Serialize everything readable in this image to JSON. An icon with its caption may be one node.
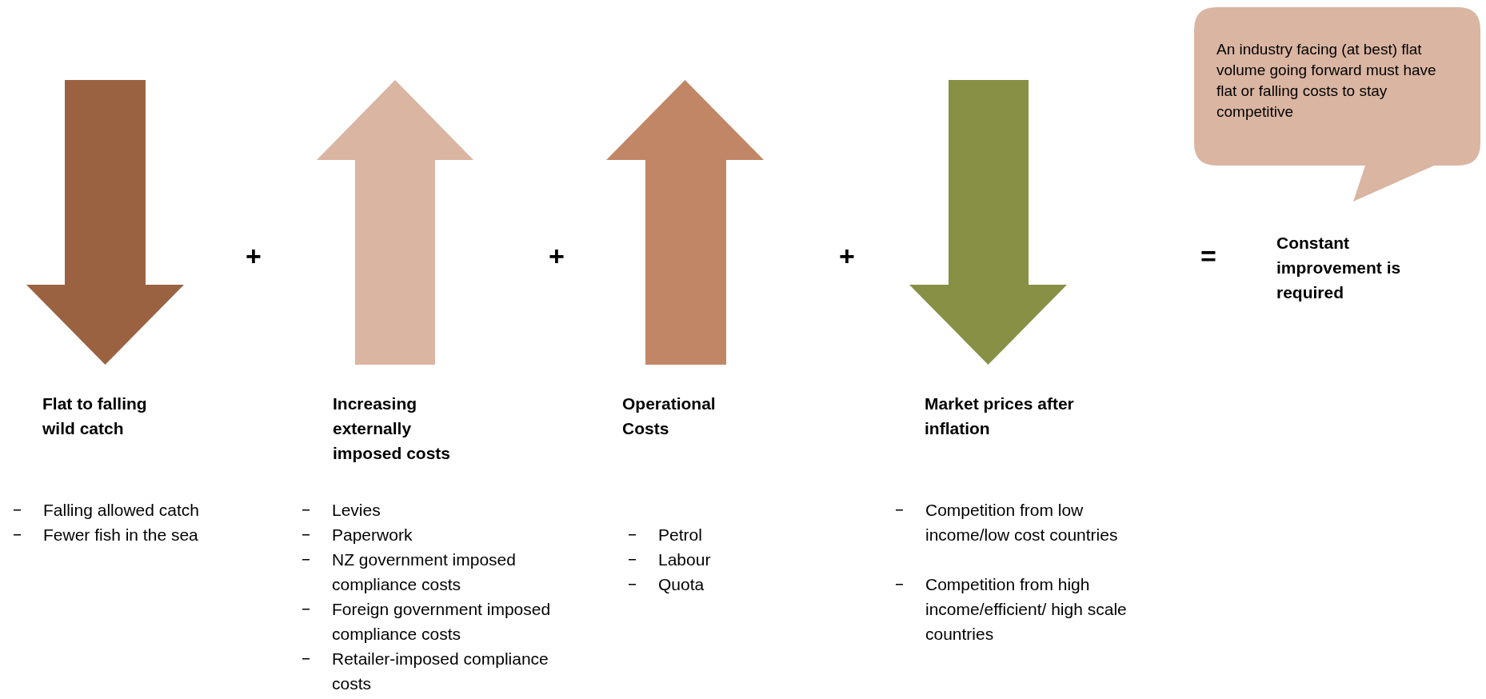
{
  "diagram": {
    "nodes": [
      {
        "text": [
          "An industry facing (at best) flat volume going forward must have flat or falling costs to stay competitive"
        ]
      }
    ],
    "labels": [
      "Flat to falling wild catch",
      "Falling allowed catch",
      "Fewer fish in the sea",
      "+",
      "Increasing externally imposed costs",
      "Levies",
      "Paperwork",
      "NZ government imposed compliance costs",
      "Foreign government imposed compliance costs",
      "Retailer-imposed compliance costs",
      "+",
      "Operational Costs",
      "Petrol",
      "Labour",
      "Quota",
      "+",
      "Market prices after inflation",
      "Competition from low income/low cost countries",
      "Competition from high income/efficient/ high scale countries",
      "=",
      "Constant improvement is required"
    ]
  }
}
